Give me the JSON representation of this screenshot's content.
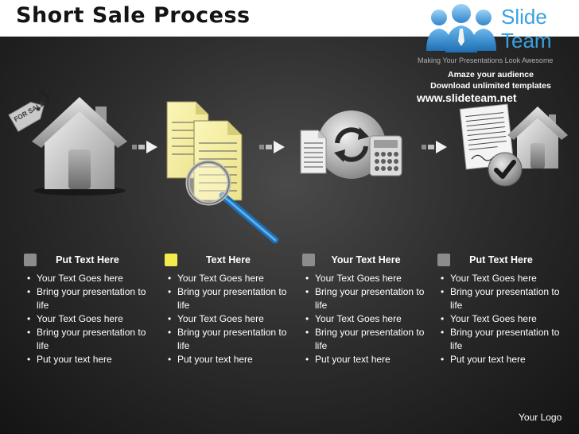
{
  "title": "Short Sale Process",
  "brand": {
    "word1": "Slide",
    "word2": "Team",
    "tagline": "Making Your Presentations Look Awesome",
    "promo_line1": "Amaze your audience",
    "promo_line2": "Download unlimited templates",
    "website": "www.slideteam.net"
  },
  "sale_tag": "FOR SALE",
  "steps": [
    {
      "title": "Put Text Here",
      "color": "#8c8c8c",
      "bullets": [
        "Your Text Goes here",
        "Bring your presentation to life",
        "Your Text Goes here",
        "Bring your presentation to life",
        "Put your text here"
      ]
    },
    {
      "title": "Text Here",
      "color": "#f3ea4d",
      "bullets": [
        "Your Text Goes here",
        "Bring your presentation to life",
        "Your Text Goes here",
        "Bring your presentation to life",
        "Put your text here"
      ]
    },
    {
      "title": "Your Text Here",
      "color": "#8c8c8c",
      "bullets": [
        "Your Text Goes here",
        "Bring your presentation to life",
        "Your Text Goes here",
        "Bring your presentation to life",
        "Put your text here"
      ]
    },
    {
      "title": "Put Text Here",
      "color": "#8c8c8c",
      "bullets": [
        "Your Text Goes here",
        "Bring your presentation to life",
        "Your Text Goes here",
        "Bring your presentation to life",
        "Put your text here"
      ]
    }
  ],
  "footer": {
    "logo": "Your Logo"
  },
  "icons": [
    "house-icon",
    "price-tag-icon",
    "arrow-right-icon",
    "documents-icon",
    "magnifier-icon",
    "refresh-icon",
    "calculator-icon",
    "contract-icon",
    "checkmark-icon",
    "team-people-icon"
  ],
  "colors": {
    "accent_blue": "#3aa0e0",
    "note_yellow": "#f3ea4d",
    "background_dark": "#2e2e2e"
  }
}
